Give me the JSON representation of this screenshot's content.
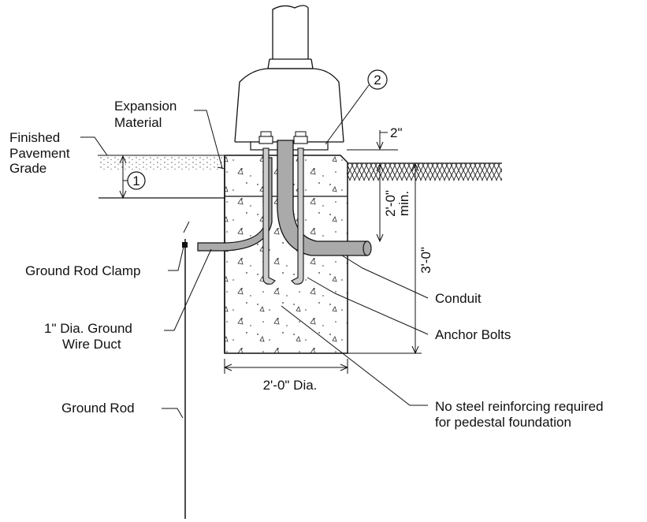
{
  "labels": {
    "expansion_material_1": "Expansion",
    "expansion_material_2": "Material",
    "finished_grade_1": "Finished",
    "finished_grade_2": "Pavement",
    "finished_grade_3": "Grade",
    "callout_1": "1",
    "callout_2": "2",
    "dim_2in": "2\"",
    "dim_2ft_min_1": "2'-0\"",
    "dim_2ft_min_2": "min.",
    "dim_3ft": "3'-0\"",
    "dim_diameter": "2'-0\" Dia.",
    "ground_rod_clamp": "Ground Rod Clamp",
    "ground_wire_duct_1": "1\" Dia. Ground",
    "ground_wire_duct_2": "Wire Duct",
    "ground_rod": "Ground Rod",
    "conduit": "Conduit",
    "anchor_bolts": "Anchor Bolts",
    "no_steel_1": "No steel reinforcing required",
    "no_steel_2": "for pedestal foundation"
  }
}
